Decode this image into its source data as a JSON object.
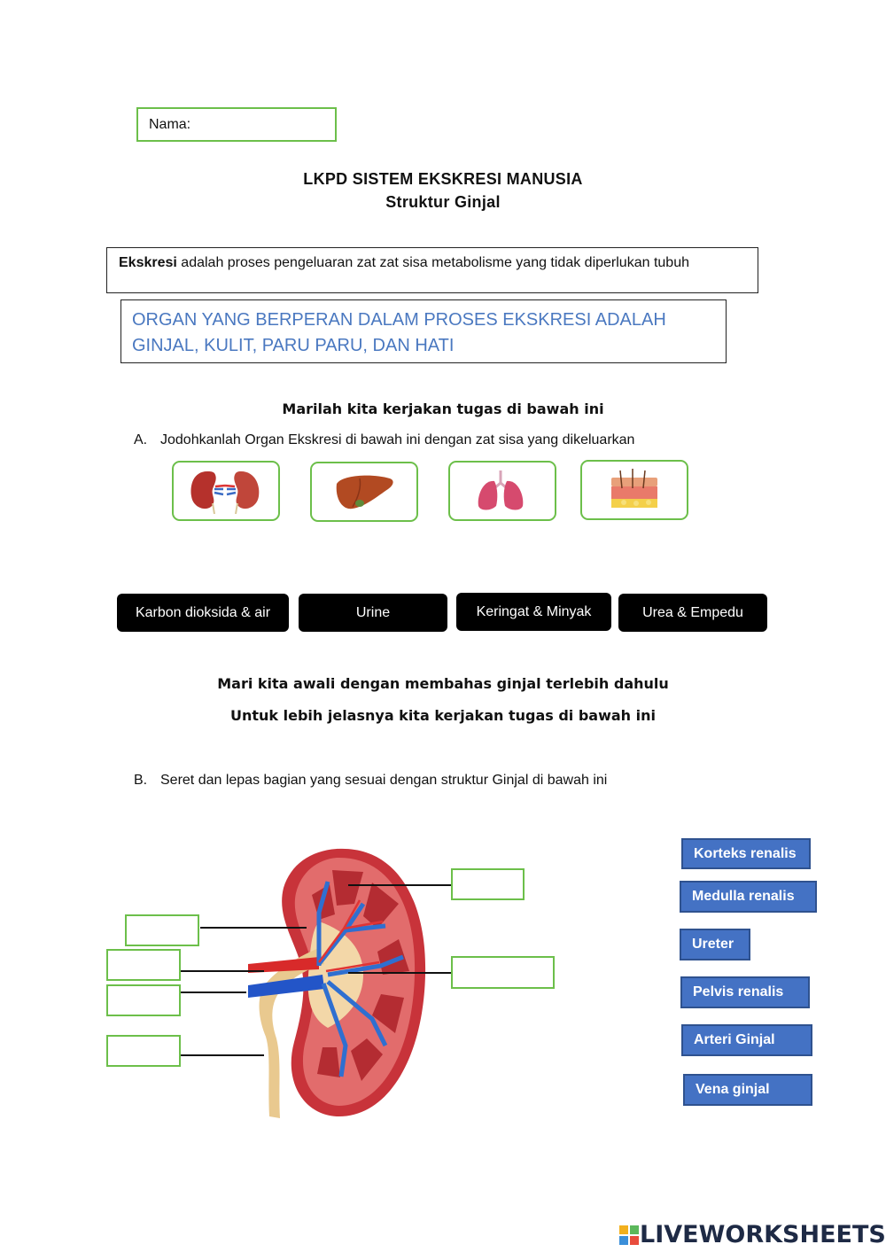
{
  "name_label": "Nama:",
  "title": "LKPD SISTEM EKSKRESI MANUSIA",
  "subtitle": "Struktur Ginjal",
  "definition": {
    "term": "Ekskresi",
    "text": " adalah proses pengeluaran zat zat sisa metabolisme yang tidak diperlukan tubuh"
  },
  "organ_text": "ORGAN YANG BERPERAN DALAM PROSES EKSKRESI ADALAH GINJAL, KULIT, PARU PARU, DAN HATI",
  "intro_heading": "Marilah kita kerjakan tugas di bawah ini",
  "task_a": {
    "letter": "A.",
    "text": "Jodohkanlah Organ Ekskresi di bawah ini dengan zat sisa yang dikeluarkan"
  },
  "organ_icons": [
    "kidney-icon",
    "liver-icon",
    "lungs-icon",
    "skin-icon"
  ],
  "answers_a": [
    "Karbon dioksida & air",
    "Urine",
    "Keringat & Minyak",
    "Urea & Empedu"
  ],
  "heading2": "Mari kita awali dengan membahas ginjal terlebih dahulu",
  "heading3": "Untuk lebih jelasnya kita kerjakan tugas di bawah ini",
  "task_b": {
    "letter": "B.",
    "text": "Seret dan lepas bagian yang sesuai dengan struktur Ginjal di bawah ini"
  },
  "labels_b": [
    "Korteks renalis",
    "Medulla renalis",
    "Ureter",
    "Pelvis renalis",
    "Arteri Ginjal",
    "Vena ginjal"
  ],
  "logo": {
    "text": "LIVEWORKSHEETS"
  },
  "colors": {
    "accent_green": "#6cbf4a",
    "label_blue": "#4472c4",
    "organ_text_blue": "#4a78c0"
  }
}
